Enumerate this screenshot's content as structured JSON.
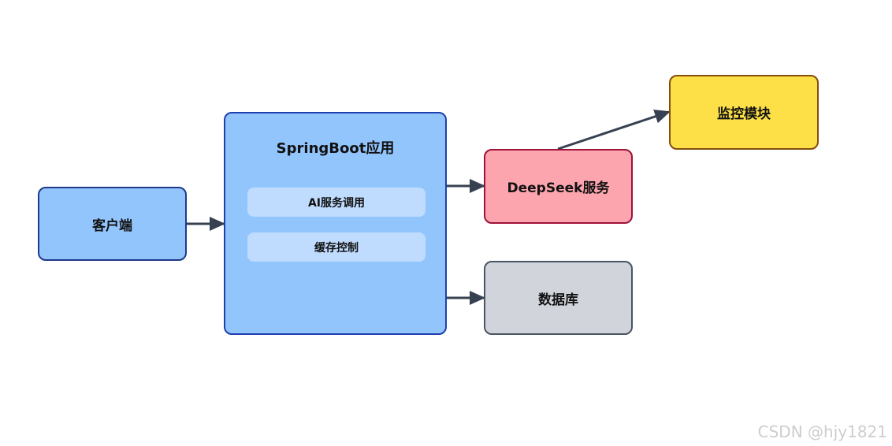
{
  "nodes": {
    "client": {
      "label": "客户端",
      "fill": "#93c5fd",
      "border": "#1e3a8a"
    },
    "app": {
      "label": "SpringBoot应用",
      "fill": "#93c5fd",
      "border": "#1e40af",
      "modules": [
        {
          "label": "AI服务调用"
        },
        {
          "label": "缓存控制"
        }
      ]
    },
    "deepseek": {
      "label": "DeepSeek服务",
      "fill": "#fca5ae",
      "border": "#9f1239"
    },
    "database": {
      "label": "数据库",
      "fill": "#d1d5db",
      "border": "#4b5563"
    },
    "monitor": {
      "label": "监控模块",
      "fill": "#fde047",
      "border": "#854d0e"
    }
  },
  "edges": [
    {
      "from": "client",
      "to": "app"
    },
    {
      "from": "app",
      "to": "deepseek"
    },
    {
      "from": "app",
      "to": "database"
    },
    {
      "from": "deepseek",
      "to": "monitor"
    }
  ],
  "watermark": "CSDN @hjy1821",
  "colors": {
    "arrow": "#374151",
    "module_fill": "#bfdbfe"
  }
}
